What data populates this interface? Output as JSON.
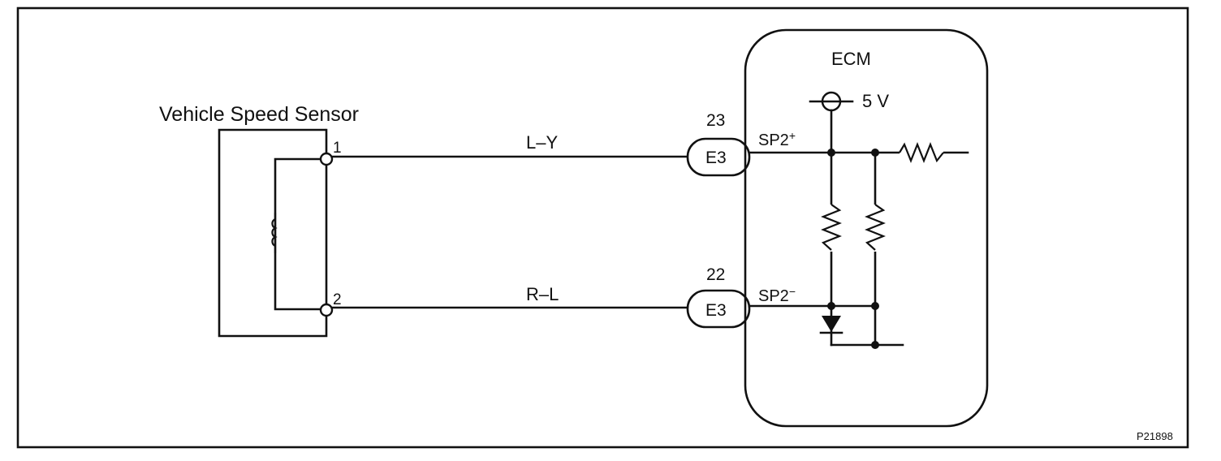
{
  "sensor": {
    "title": "Vehicle Speed Sensor",
    "pin_top": "1",
    "pin_bottom": "2"
  },
  "wires": {
    "top_color": "L–Y",
    "bottom_color": "R–L"
  },
  "connectors": {
    "top": {
      "pin": "23",
      "code": "E3"
    },
    "bottom": {
      "pin": "22",
      "code": "E3"
    }
  },
  "ecm": {
    "title": "ECM",
    "supply": "5 V",
    "signal_plus": {
      "base": "SP2",
      "sign": "+"
    },
    "signal_minus": {
      "base": "SP2",
      "sign": "−"
    }
  },
  "figure_code": "P21898"
}
